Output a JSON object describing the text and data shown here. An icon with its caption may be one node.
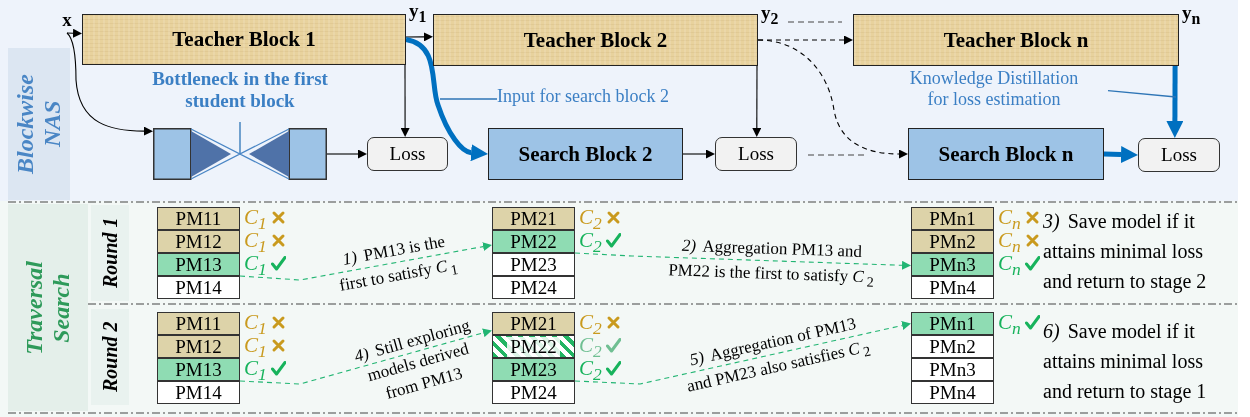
{
  "diagram": {
    "nodes": [
      {
        "text": [
          "Teacher Block 1"
        ],
        "beside": [
          "y$_{1}$"
        ]
      },
      {
        "text": [
          "Teacher Block 2"
        ],
        "beside": [
          "y$_{2}$"
        ]
      },
      {
        "text": [
          "Teacher Block n"
        ],
        "beside": [
          "y$_{n}$"
        ]
      },
      {
        "text": [],
        "shape": "picture"
      },
      {
        "text": [
          "Loss"
        ]
      },
      {
        "text": [
          "Search Block 2"
        ]
      },
      {
        "text": [
          "Loss"
        ]
      },
      {
        "text": [
          "Search Block n"
        ]
      },
      {
        "text": [
          "Loss"
        ]
      },
      {
        "text": [
          "Bottleneck in the first student block"
        ]
      },
      {
        "text": [
          "Input for search block 2"
        ]
      },
      {
        "text": [
          "Knowledge Distillation for loss estimation"
        ]
      },
      {
        "text": [
          "Blockwise NAS"
        ]
      },
      {
        "text": [
          "Traversal Search"
        ]
      },
      {
        "text": [
          "PM11"
        ],
        "beside": [
          "C$_{1}$"
        ]
      },
      {
        "text": [
          "PM12"
        ],
        "beside": [
          "C$_{1}$"
        ]
      },
      {
        "text": [
          "PM13"
        ],
        "beside": [
          "C$_{1}$"
        ]
      },
      {
        "text": [
          "PM14"
        ]
      },
      {
        "text": [
          "PM21"
        ],
        "beside": [
          "C$_{2}$"
        ]
      },
      {
        "text": [
          "PM22"
        ],
        "beside": [
          "C$_{2}$"
        ]
      },
      {
        "text": [
          "PM23"
        ]
      },
      {
        "text": [
          "PM24"
        ]
      },
      {
        "text": [
          "PMn1"
        ],
        "beside": [
          "C$_{n}$"
        ]
      },
      {
        "text": [
          "PMn2"
        ],
        "beside": [
          "C$_{n}$"
        ]
      },
      {
        "text": [
          "PMn3"
        ],
        "beside": [
          "C$_{n}$"
        ]
      },
      {
        "text": [
          "PMn4"
        ]
      },
      {
        "text": [
          "PM11"
        ],
        "beside": [
          "C$_{1}$"
        ]
      },
      {
        "text": [
          "PM12"
        ],
        "beside": [
          "C$_{1}$"
        ]
      },
      {
        "text": [
          "PM13"
        ],
        "beside": [
          "C$_{1}$"
        ]
      },
      {
        "text": [
          "PM14"
        ]
      },
      {
        "text": [
          "PM21"
        ],
        "beside": [
          "C$_{2}$"
        ]
      },
      {
        "text": [
          "PM22"
        ],
        "beside": [
          "C$_{2}$"
        ]
      },
      {
        "text": [
          "PM23"
        ],
        "beside": [
          "C$_{2}$"
        ]
      },
      {
        "text": [
          "PM24"
        ]
      },
      {
        "text": [
          "PMn1"
        ],
        "beside": [
          "C$_{n}$"
        ]
      },
      {
        "text": [
          "PMn2"
        ]
      },
      {
        "text": [
          "PMn3"
        ]
      },
      {
        "text": [
          "PMn4"
        ]
      },
      {
        "text": [
          "x"
        ]
      }
    ],
    "edges": [
      {
        "from": 38,
        "to": 0,
        "arrow": "to"
      },
      {
        "from": 38,
        "to": 3,
        "arrow": "to"
      },
      {
        "from": 0,
        "to": 1,
        "arrow": "to"
      },
      {
        "from": 0,
        "to": 4,
        "arrow": "to"
      },
      {
        "from": 3,
        "to": 4,
        "arrow": "to"
      },
      {
        "from": 0,
        "to": 5,
        "arrow": "to",
        "style": "thick",
        "color": "#0070c0"
      },
      {
        "from": 1,
        "to": 6,
        "arrow": "to"
      },
      {
        "from": 5,
        "to": 6,
        "arrow": "to"
      },
      {
        "from": 1,
        "to": 2,
        "arrow": "to",
        "style": "dashed"
      },
      {
        "from": 1,
        "to": 7,
        "arrow": "to",
        "style": "dashed"
      },
      {
        "from": 2,
        "to": 8,
        "arrow": "to",
        "style": "thick",
        "color": "#0070c0"
      },
      {
        "from": 7,
        "to": 8,
        "arrow": "to",
        "style": "thick",
        "color": "#0070c0"
      },
      {
        "from": 9,
        "to": 3,
        "arrow": "none",
        "color": "#2e75b6"
      },
      {
        "from": 10,
        "to": null,
        "arrow": "none",
        "color": "#2e75b6"
      },
      {
        "from": 11,
        "to": null,
        "arrow": "none",
        "color": "#2e75b6"
      },
      {
        "from": 16,
        "to": 19,
        "arrow": "to",
        "style": "dashed",
        "color": "#22b573",
        "label": "*1)* PM13 is the first to satisfy *C*$_{1}$"
      },
      {
        "from": 19,
        "to": 24,
        "arrow": "to",
        "style": "dashed",
        "color": "#22b573",
        "label": "*2)* Aggregation PM13 and PM22 is the first to satisfy *C*$_{2}$"
      },
      {
        "from": 28,
        "to": 30,
        "arrow": "to",
        "style": "dashed",
        "color": "#22b573",
        "label": "*4)* Still exploring models derived from PM13"
      },
      {
        "from": 32,
        "to": 34,
        "arrow": "to",
        "style": "dashed",
        "color": "#22b573",
        "label": "*5)* Aggregation of PM13 and PM23 also satisfies *C*$_{2}$"
      }
    ],
    "labels": [
      "Round 1",
      "*3)* Save model if it attains minimal loss and return to stage 2",
      "Round 2",
      "*6)* Save model if it attains minimal loss and return to stage 1"
    ]
  }
}
